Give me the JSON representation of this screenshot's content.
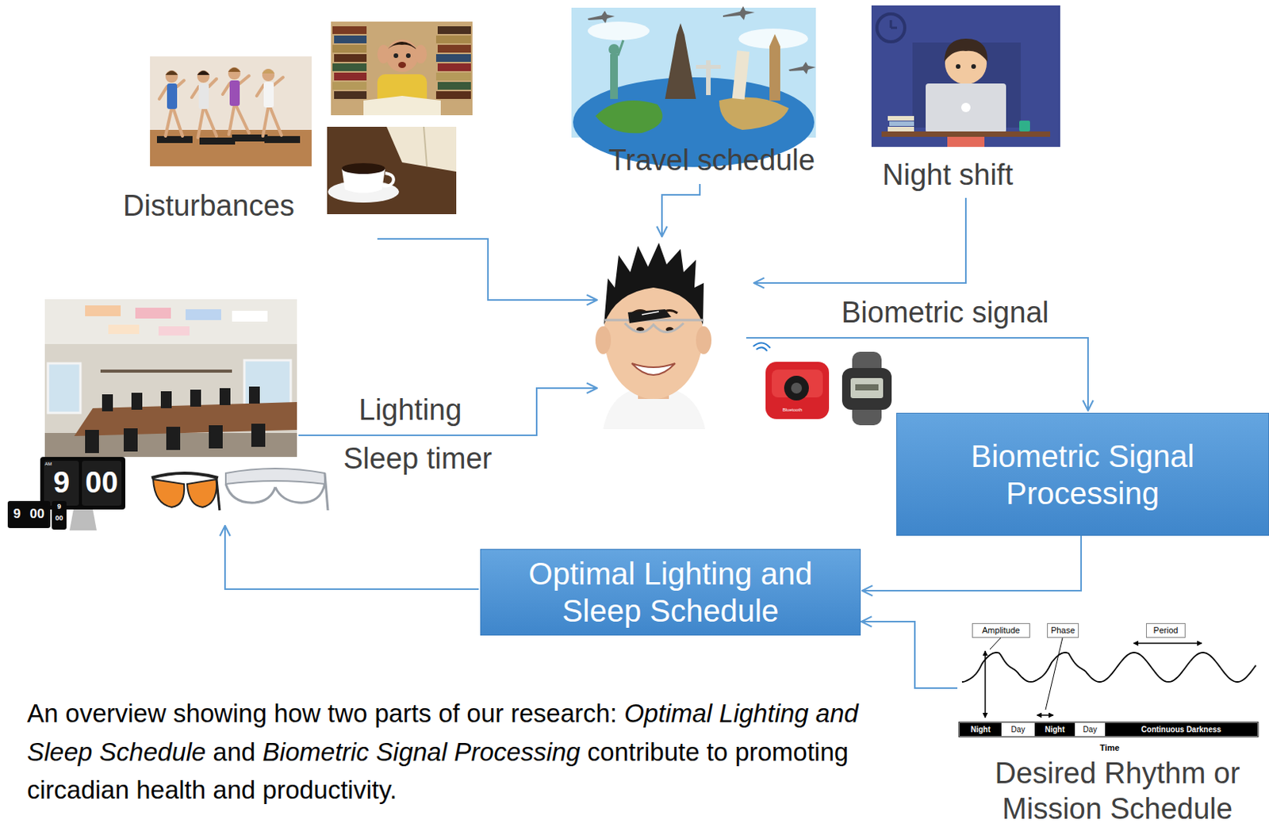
{
  "diagram": {
    "caption": "An overview showing how two parts of our research: Optimal Lighting and Sleep Schedule and Biometric Signal Processing contribute to promoting circadian health and productivity.",
    "nodes": [
      {
        "text": [
          "Biometric Signal Processing"
        ]
      },
      {
        "text": [
          "Optimal Lighting and Sleep Schedule"
        ]
      }
    ],
    "edges": [
      {
        "from": 0,
        "to": 1,
        "arrow": "to"
      }
    ],
    "labels": [
      "Disturbances",
      "Travel schedule",
      "Night shift",
      "Biometric signal",
      "Lighting",
      "Sleep timer",
      "Amplitude",
      "Phase",
      "Period",
      "Night",
      "Day",
      "Night",
      "Day",
      "Continuous Darkness",
      "Time",
      "Desired Rhythm or Mission Schedule",
      "AM",
      "9",
      "00",
      "9",
      "00",
      "9",
      "00",
      "Bluetooth"
    ]
  }
}
